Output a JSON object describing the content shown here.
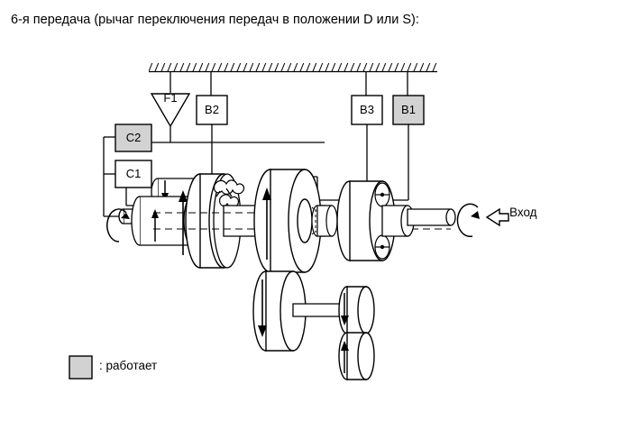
{
  "document": {
    "title": "6-я передача (рычаг переключения передач в положении D или S):"
  },
  "diagram": {
    "name": "automatic-transmission-power-flow-6th-gear",
    "ground": {
      "label": "ground-hatching"
    },
    "clutches_brakes": [
      {
        "id": "F1",
        "label": "F1",
        "shape": "triangle",
        "state": "inactive",
        "fill": "#ffffff"
      },
      {
        "id": "B2",
        "label": "B2",
        "shape": "box",
        "state": "inactive",
        "fill": "#ffffff"
      },
      {
        "id": "B3",
        "label": "B3",
        "shape": "box",
        "state": "inactive",
        "fill": "#ffffff"
      },
      {
        "id": "B1",
        "label": "B1",
        "shape": "box",
        "state": "active",
        "fill": "#d2d2d2"
      },
      {
        "id": "C2",
        "label": "C2",
        "shape": "box",
        "state": "active",
        "fill": "#d2d2d2"
      },
      {
        "id": "C1",
        "label": "C1",
        "shape": "box",
        "state": "inactive",
        "fill": "#ffffff"
      }
    ],
    "input": {
      "label": "Вход",
      "arrow": "hollow-left-arrow",
      "rotation": "curved-arrow"
    },
    "legend": {
      "swatch_fill": "#d2d2d2",
      "text": ": работает"
    }
  },
  "colors": {
    "stroke": "#000000",
    "active_fill": "#d2d2d2",
    "background": "#ffffff"
  }
}
